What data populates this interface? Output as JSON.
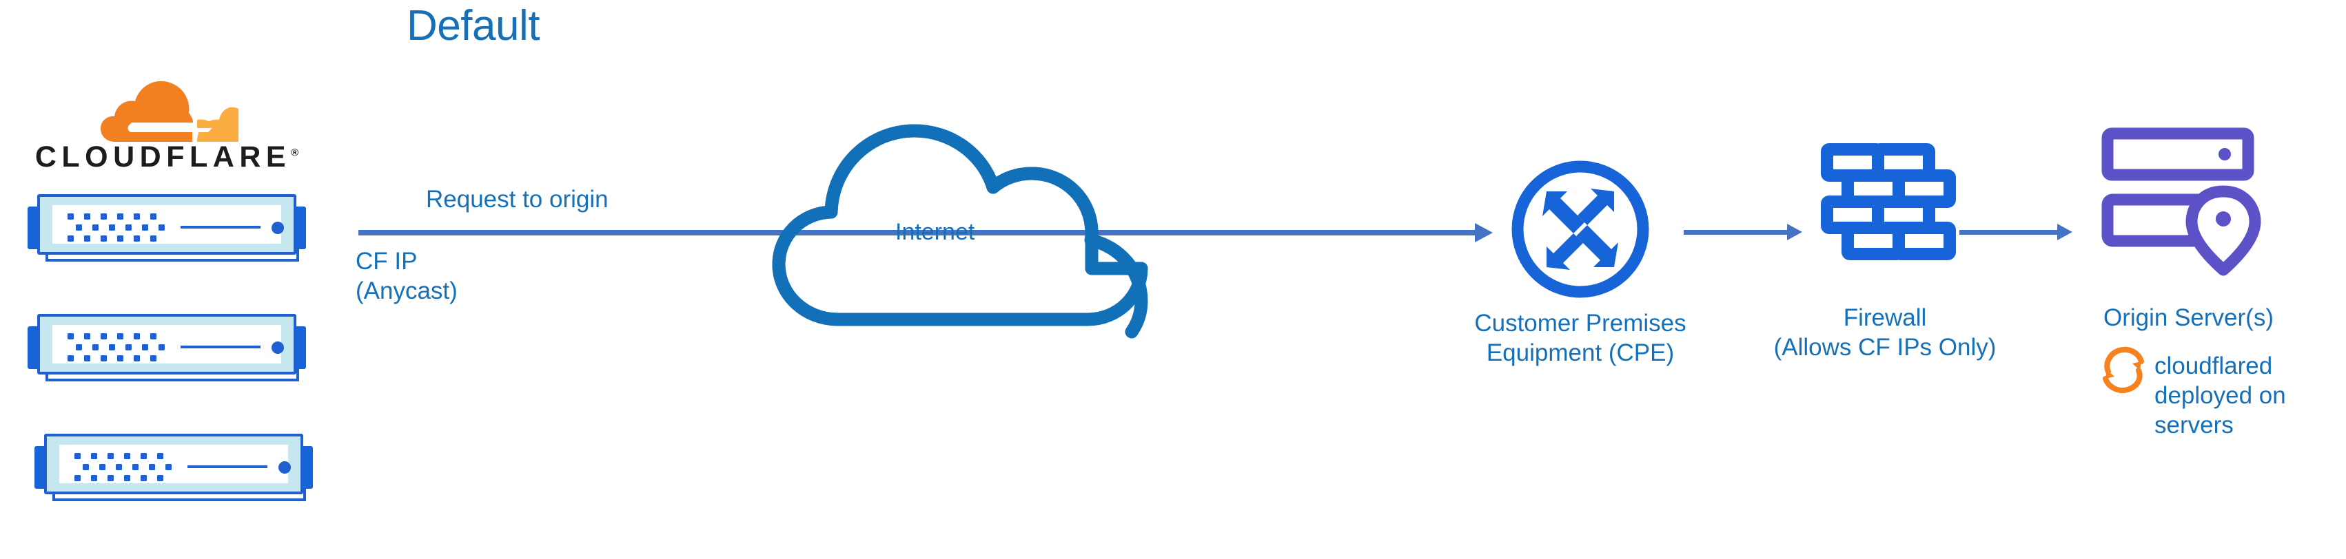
{
  "diagram": {
    "title": "Default",
    "background": "#ffffff",
    "colors": {
      "title_blue": "#1670B8",
      "label_blue": "#1670B8",
      "arrow_blue": "#4472C4",
      "cloud_blue": "#1170B8",
      "icon_blue": "#1763D8",
      "device_border": "#1F5FD0",
      "device_fill": "#C6E6F0",
      "origin_purple": "#5C51C6",
      "cloudflare_orange": "#F6821F",
      "cloudflare_orange_light": "#FBAD41",
      "wordmark_black": "#1D1D1B"
    },
    "brand": {
      "wordmark": "CLOUDFLARE",
      "registered_mark": "®",
      "logo_icon": "cloudflare-cloud-icon"
    },
    "devices": {
      "icon": "server-router-icon",
      "count": 3
    },
    "flow": {
      "request_label": "Request to origin",
      "source_label_line1": "CF IP",
      "source_label_line2": "(Anycast)",
      "internet_label": "Internet",
      "internet_icon": "cloud-icon"
    },
    "nodes": [
      {
        "id": "cpe",
        "icon": "router-circle-arrows-icon",
        "label_line1": "Customer Premises",
        "label_line2": "Equipment (CPE)",
        "color": "#1763D8"
      },
      {
        "id": "firewall",
        "icon": "brick-wall-icon",
        "label_line1": "Firewall",
        "label_line2": "(Allows CF IPs Only)",
        "color": "#1763D8"
      },
      {
        "id": "origin",
        "icon": "server-location-pin-icon",
        "label_line1": "Origin Server(s)",
        "color": "#5C51C6"
      }
    ],
    "annotation": {
      "icon": "sync-refresh-icon",
      "icon_color": "#F6821F",
      "line1": "cloudflared",
      "line2": "deployed on",
      "line3": "servers"
    }
  }
}
